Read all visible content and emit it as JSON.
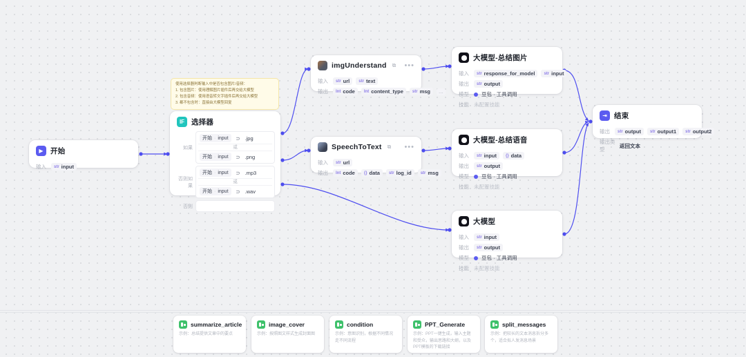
{
  "canvas": {
    "bg": "#f0f1f3",
    "edge_color": "#4e4ef0"
  },
  "note": {
    "lines": [
      "使用选择器判断输入中是否包含图片/音频：",
      "1. 包含图片：使用理解图片插件后再交给大模型",
      "2. 包含音频：使用语音转文字插件后再交给大模型",
      "3. 都不包含时：直接由大模型回复"
    ]
  },
  "nodes": {
    "start": {
      "title": "开始",
      "icon": "start-icon",
      "input_label": "输入",
      "inputs": [
        {
          "type": "str",
          "name": "input"
        }
      ]
    },
    "selector": {
      "title": "选择器",
      "icon": "if-icon",
      "icon_text": "IF",
      "groups": [
        {
          "key": "如果",
          "conditions": [
            {
              "ref_node": "开始",
              "ref_sep": "·",
              "ref_field": "input",
              "op": "⊃",
              "value": ".jpg"
            },
            {
              "ref_node": "开始",
              "ref_sep": "·",
              "ref_field": "input",
              "op": "⊃",
              "value": ".png"
            }
          ],
          "joiner": "或"
        },
        {
          "key": "否则如果",
          "conditions": [
            {
              "ref_node": "开始",
              "ref_sep": "·",
              "ref_field": "input",
              "op": "⊃",
              "value": ".mp3"
            },
            {
              "ref_node": "开始",
              "ref_sep": "·",
              "ref_field": "input",
              "op": "⊃",
              "value": ".wav"
            }
          ],
          "joiner": "或"
        }
      ],
      "else_key": "否则"
    },
    "img_understand": {
      "title": "imgUnderstand",
      "copy_icon": "copy-icon",
      "input_label": "输入",
      "output_label": "输出",
      "inputs": [
        {
          "type": "str",
          "name": "url"
        },
        {
          "type": "str",
          "name": "text"
        }
      ],
      "outputs": [
        {
          "type": "Int",
          "name": "code"
        },
        {
          "type": "Int",
          "name": "content_type"
        },
        {
          "type": "str",
          "name": "msg"
        },
        {
          "type": "str",
          "name": "..."
        }
      ],
      "more": "..."
    },
    "speech_to_text": {
      "title": "SpeechToText",
      "copy_icon": "copy-icon",
      "input_label": "输入",
      "output_label": "输出",
      "inputs": [
        {
          "type": "str",
          "name": "url"
        }
      ],
      "outputs": [
        {
          "type": "Int",
          "name": "code"
        },
        {
          "type": "{}",
          "name": "data"
        },
        {
          "type": "str",
          "name": "log_id"
        },
        {
          "type": "str",
          "name": "msg"
        }
      ]
    },
    "llm_image": {
      "title": "大模型-总结图片",
      "input_label": "输入",
      "output_label": "输出",
      "model_label": "模型",
      "skill_label": "技能",
      "inputs": [
        {
          "type": "str",
          "name": "response_for_model"
        },
        {
          "type": "str",
          "name": "input"
        }
      ],
      "outputs": [
        {
          "type": "str",
          "name": "output"
        }
      ],
      "model": "豆包 · 工具调用",
      "skill": "未配置技能"
    },
    "llm_audio": {
      "title": "大模型-总结语音",
      "input_label": "输入",
      "output_label": "输出",
      "model_label": "模型",
      "skill_label": "技能",
      "inputs": [
        {
          "type": "str",
          "name": "input"
        },
        {
          "type": "{}",
          "name": "data"
        }
      ],
      "outputs": [
        {
          "type": "str",
          "name": "output"
        }
      ],
      "model": "豆包 · 工具调用",
      "skill": "未配置技能"
    },
    "llm_plain": {
      "title": "大模型",
      "input_label": "输入",
      "output_label": "输出",
      "model_label": "模型",
      "skill_label": "技能",
      "inputs": [
        {
          "type": "str",
          "name": "input"
        }
      ],
      "outputs": [
        {
          "type": "str",
          "name": "output"
        }
      ],
      "model": "豆包 · 工具调用",
      "skill": "未配置技能"
    },
    "end": {
      "title": "结束",
      "icon": "end-icon",
      "output_label": "输出",
      "outputs": [
        {
          "type": "str",
          "name": "output"
        },
        {
          "type": "str",
          "name": "output1"
        },
        {
          "type": "str",
          "name": "output2"
        }
      ],
      "answer_label": "输出类型",
      "answer_value": "返回文本"
    }
  },
  "tray": {
    "cards": [
      {
        "title": "summarize_article",
        "desc": "示例：总结提供文章中的要点"
      },
      {
        "title": "image_cover",
        "desc": "示例：按照图文样式生成封面图"
      },
      {
        "title": "condition",
        "desc": "示例：意图识别，根据不同情况走不同流程"
      },
      {
        "title": "PPT_Generate",
        "desc": "示例：PPT一键生成，输入主题和受众，输出思路和大纲，以及PPT模板的下载链接"
      },
      {
        "title": "split_messages",
        "desc": "示例：把较长的文本消息拆分多个，适合拟人发消息场景"
      }
    ]
  }
}
